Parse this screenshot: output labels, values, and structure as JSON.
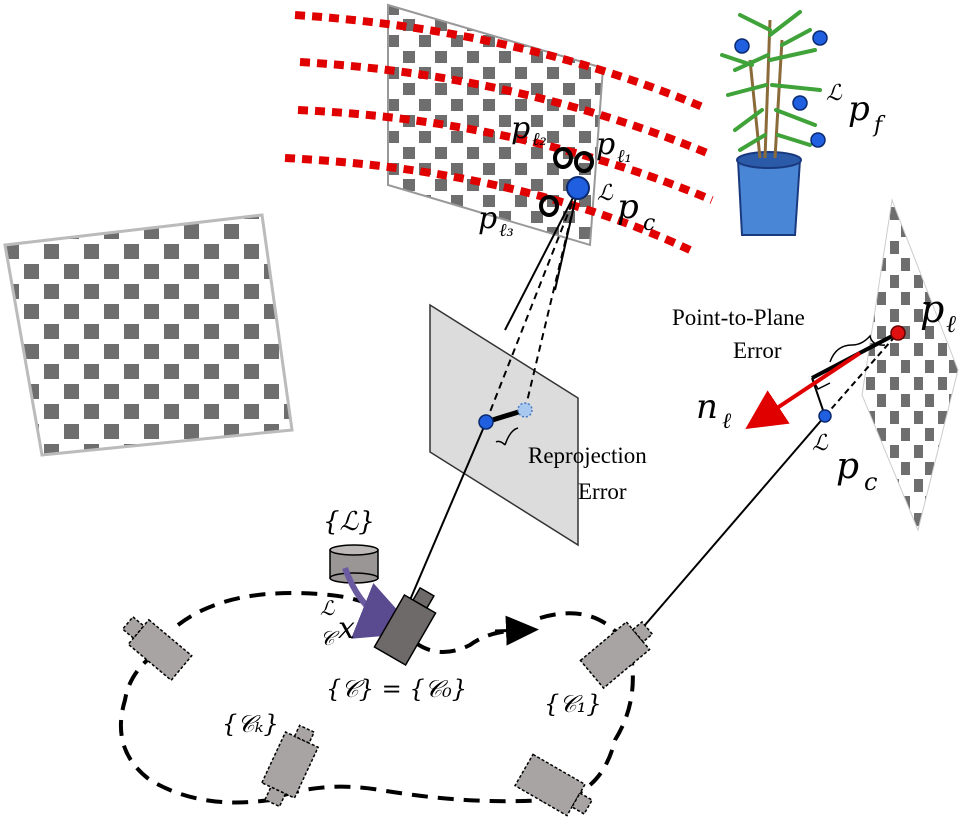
{
  "labels": {
    "p_l2": {
      "base": "p",
      "sub": "ℓ₂"
    },
    "p_l1": {
      "base": "p",
      "sub": "ℓ₁"
    },
    "p_l3": {
      "base": "p",
      "sub": "ℓ₃"
    },
    "L_pc_top": {
      "sup": "ℒ",
      "base": "p",
      "sub": "c"
    },
    "L_pf": {
      "sup": "ℒ",
      "base": "p",
      "sub": "f"
    },
    "p_l": {
      "base": "p",
      "sub": "ℓ"
    },
    "n_l": {
      "base": "n",
      "sub": "ℓ"
    },
    "L_pc_right": {
      "sup": "ℒ",
      "base": "p",
      "sub": "c"
    },
    "point_to_plane_line1": "Point-to-Plane",
    "point_to_plane_line2": "Error",
    "reprojection_line1": "Reprojection",
    "reprojection_line2": "Error",
    "lidar_frame": "{ℒ}",
    "camera_frame": "{𝒞} = {𝒞₀}",
    "transform": {
      "sup": "ℒ",
      "sub": "𝒞",
      "base": "x"
    },
    "ck_frame": "{𝒞ₖ}",
    "c1_frame": "{𝒞₁}"
  },
  "colors": {
    "red_dotted": "#e00000",
    "blue_point": "#1f5fe0",
    "light_blue_point": "#a8c8f0",
    "red_point": "#e01010",
    "arrow_red": "#e00000",
    "purple_arrow": "#6a5aa0",
    "camera_gray": "#8a8685",
    "plane_gray": "#dcdcdc",
    "checker_gray": "#6e6e6e",
    "pot_blue": "#4a86d6",
    "plant_green": "#3fa33a"
  },
  "icons": {
    "plant": "potted-plant-icon",
    "lidar": "lidar-cylinder-icon",
    "camera": "camera-icon"
  }
}
